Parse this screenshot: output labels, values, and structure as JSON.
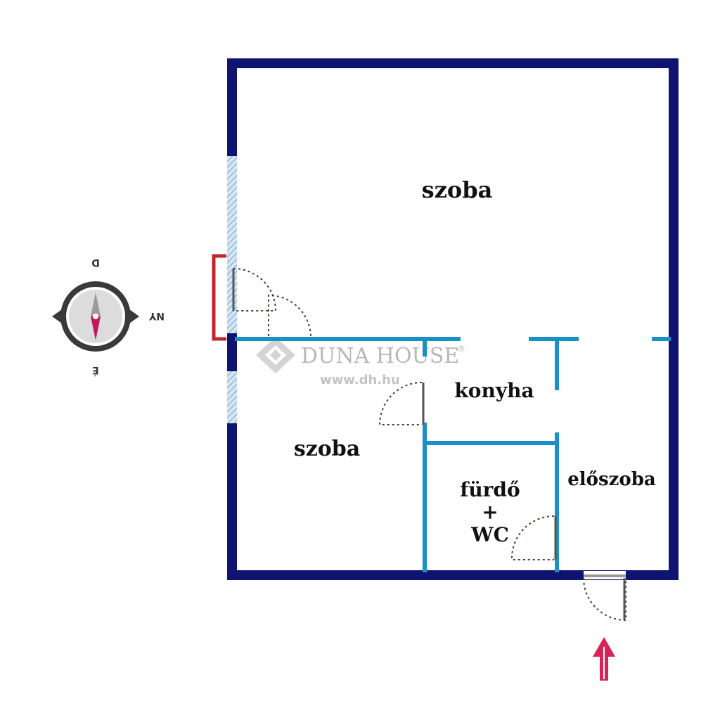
{
  "rooms": {
    "top_room": "szoba",
    "bottom_left_room": "szoba",
    "kitchen": "konyha",
    "bathroom_line1": "fürdő",
    "bathroom_line2": "+",
    "bathroom_line3": "WC",
    "hallway": "előszoba"
  },
  "compass": {
    "north": "D",
    "east": "NY",
    "south": "É"
  },
  "watermark": {
    "brand": "DUNA HOUSE",
    "registered": "®",
    "url": "www.dh.hu"
  },
  "colors": {
    "outer_wall": "#0f1470",
    "inner_wall": "#1b8fc8",
    "window": "#a9cbe6",
    "balcony_door_frame": "#c0272d",
    "door_swing": "#4a3a2a",
    "entrance_arrow": "#d6245a",
    "compass_needle": "#c2185b"
  },
  "icons": {
    "compass": "compass-icon",
    "entrance": "entrance-arrow-icon",
    "logo": "duna-house-logo-icon"
  }
}
